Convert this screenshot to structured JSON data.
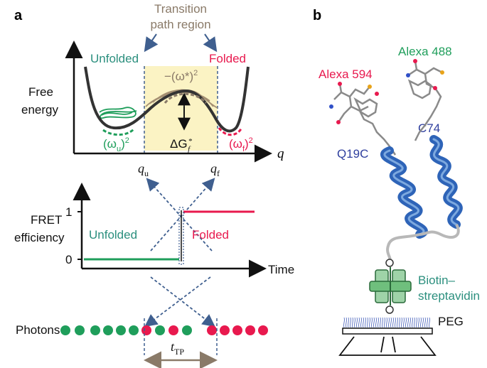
{
  "panel_a": {
    "label": "a",
    "transition_region_line1": "Transition",
    "transition_region_line2": "path region",
    "unfolded_label": "Unfolded",
    "folded_label": "Folded",
    "free_energy_line1": "Free",
    "free_energy_line2": "energy",
    "barrier_curvature": "−(ω*)",
    "barrier_height": "ΔG",
    "unfolded_curvature": "(ω",
    "unfolded_curvature_sub": "u",
    "folded_curvature": "(ω",
    "folded_curvature_sub": "f",
    "q_axis": "q",
    "qu_label": "q",
    "qu_sub": "u",
    "qf_label": "q",
    "qf_sub": "f",
    "fret_line1": "FRET",
    "fret_line2": "efficiency",
    "fret_tick_1": "1",
    "fret_tick_0": "0",
    "fret_unfolded": "Unfolded",
    "fret_folded": "Folded",
    "time_axis": "Time",
    "photons_label": "Photons",
    "t_tp": "t",
    "t_tp_sub": "TP",
    "photons": [
      "green",
      "green",
      "green",
      "green",
      "green",
      "green",
      "red",
      "green",
      "red",
      "green",
      "red",
      "red",
      "red",
      "red",
      "red"
    ]
  },
  "panel_b": {
    "label": "b",
    "alexa594": "Alexa 594",
    "alexa488": "Alexa 488",
    "c74": "C74",
    "q19c": "Q19C",
    "biotin_line1": "Biotin–",
    "biotin_line2": "streptavidin",
    "peg": "PEG"
  },
  "colors": {
    "green": "#1f9e5b",
    "red": "#e8194e",
    "teal": "#2b8f7e",
    "brown": "#8a7a68",
    "navy": "#2f3f9e",
    "highlight": "#fbf3c4",
    "arrow_blue": "#3f5f8f",
    "helix_blue": "#2e64b8"
  }
}
